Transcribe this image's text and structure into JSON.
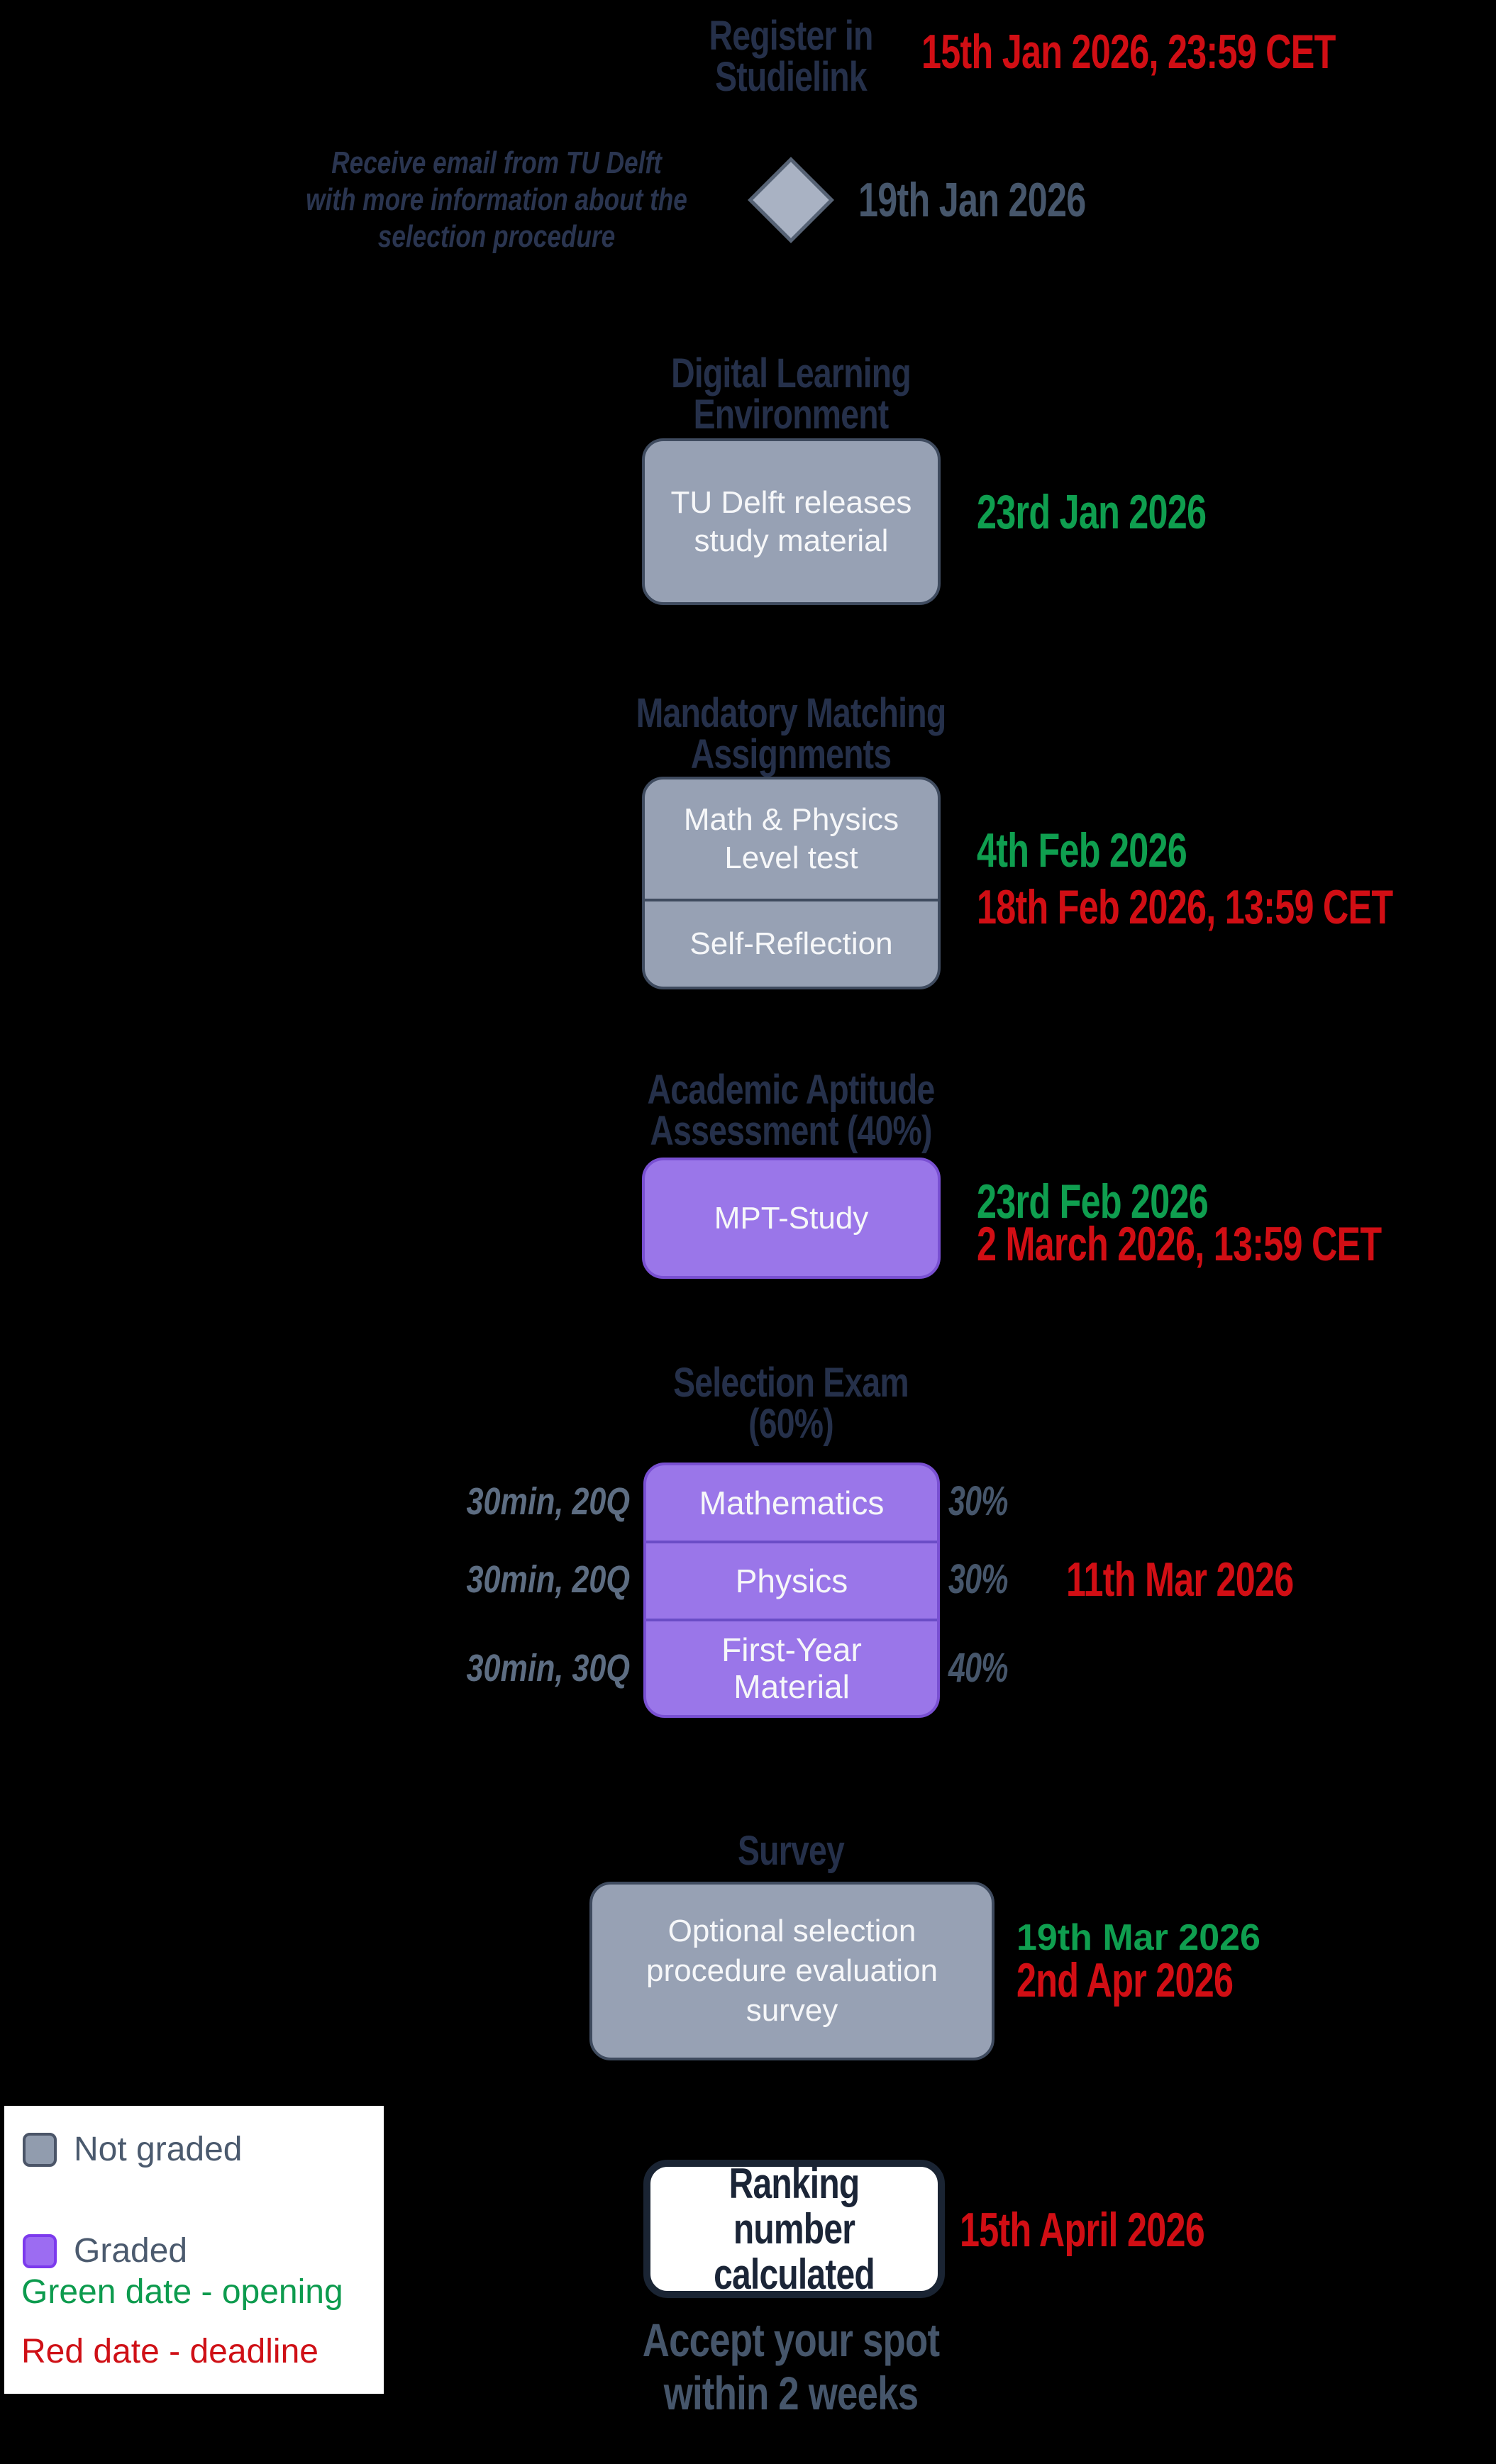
{
  "palette": {
    "background": "#000000",
    "heading": "#25304a",
    "slate": "#46566b",
    "slate_light": "#5d6d82",
    "green": "#0f9e4f",
    "red": "#d10e14",
    "gray_box_fill": "#97a1b4",
    "gray_box_border": "#3f4b5f",
    "purple_box_fill": "#9a76e9",
    "purple_box_border": "#7950d2",
    "diamond_fill": "#a9b2c3",
    "white_text": "#f6f7f9",
    "legend_bg": "#ffffff"
  },
  "steps": [
    {
      "id": "register",
      "heading_lines": [
        "Register in",
        "Studielink"
      ],
      "deadline": "15th Jan 2026, 23:59 CET"
    },
    {
      "id": "email",
      "note_lines": [
        "Receive email from TU Delft",
        "with more information about the",
        "selection procedure"
      ],
      "date": "19th Jan 2026"
    },
    {
      "id": "digital-learning",
      "heading_lines": [
        "Digital Learning",
        "Environment"
      ],
      "box_lines": [
        "TU Delft releases",
        "study material"
      ],
      "opening": "23rd Jan 2026"
    },
    {
      "id": "matching",
      "heading_lines": [
        "Mandatory Matching",
        "Assignments"
      ],
      "box1_lines": [
        "Math & Physics",
        "Level test"
      ],
      "box2_lines": [
        "Self-Reflection"
      ],
      "opening": "4th Feb 2026",
      "deadline": "18th Feb 2026, 13:59 CET"
    },
    {
      "id": "aptitude",
      "heading_lines": [
        "Academic Aptitude",
        "Assessment (40%)"
      ],
      "box_lines": [
        "MPT-Study"
      ],
      "opening": "23rd Feb 2026",
      "deadline": "2 March 2026, 13:59 CET"
    },
    {
      "id": "exam",
      "heading_lines": [
        "Selection Exam",
        "(60%)"
      ],
      "date": "11th Mar 2026",
      "parts": [
        {
          "name_lines": [
            "Mathematics"
          ],
          "duration": "30min, 20Q",
          "weight": "30%"
        },
        {
          "name_lines": [
            "Physics"
          ],
          "duration": "30min, 20Q",
          "weight": "30%"
        },
        {
          "name_lines": [
            "First-Year",
            "Material"
          ],
          "duration": "30min, 30Q",
          "weight": "40%"
        }
      ]
    },
    {
      "id": "survey",
      "heading_lines": [
        "Survey"
      ],
      "box_lines": [
        "Optional selection",
        "procedure evaluation",
        "survey"
      ],
      "opening": "19th Mar 2026",
      "deadline": "2nd Apr 2026"
    },
    {
      "id": "ranking",
      "box_lines": [
        "Ranking number",
        "calculated"
      ],
      "date": "15th April 2026",
      "footer_lines": [
        "Accept your spot",
        "within 2 weeks"
      ]
    }
  ],
  "legend": {
    "items": [
      {
        "swatch": "gray",
        "label": "Not graded"
      },
      {
        "swatch": "purple",
        "label": "Graded"
      }
    ],
    "green_note": "Green date - opening",
    "red_note": "Red date - deadline"
  }
}
